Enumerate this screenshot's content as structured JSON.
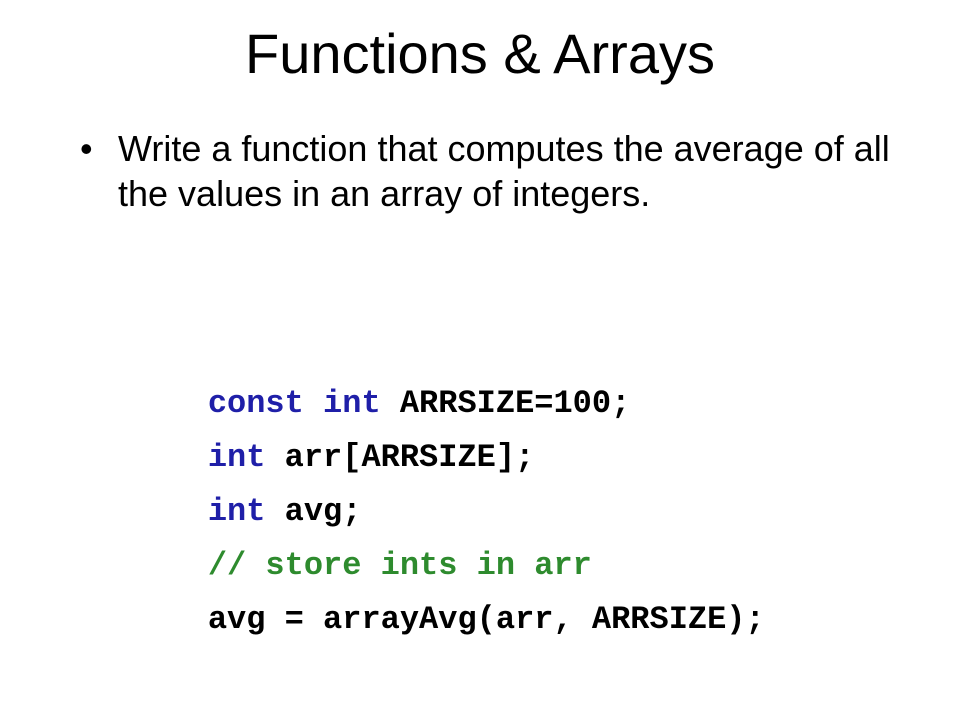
{
  "slide": {
    "title": "Functions & Arrays",
    "bullet_symbol": "•",
    "bullet_text": "Write a function that computes the average of all the values in an array of integers."
  },
  "code": {
    "line1_kw": "const int",
    "line1_rest": " ARRSIZE=100;",
    "line2_kw": "int",
    "line2_rest": " arr[ARRSIZE];",
    "line3_kw": "int",
    "line3_rest": " avg;",
    "line4_comment": "// store ints in arr",
    "line5": "avg = arrayAvg(arr, ARRSIZE);"
  },
  "colors": {
    "keyword": "#1f1fa8",
    "comment": "#2e8b2e",
    "text": "#000000"
  }
}
